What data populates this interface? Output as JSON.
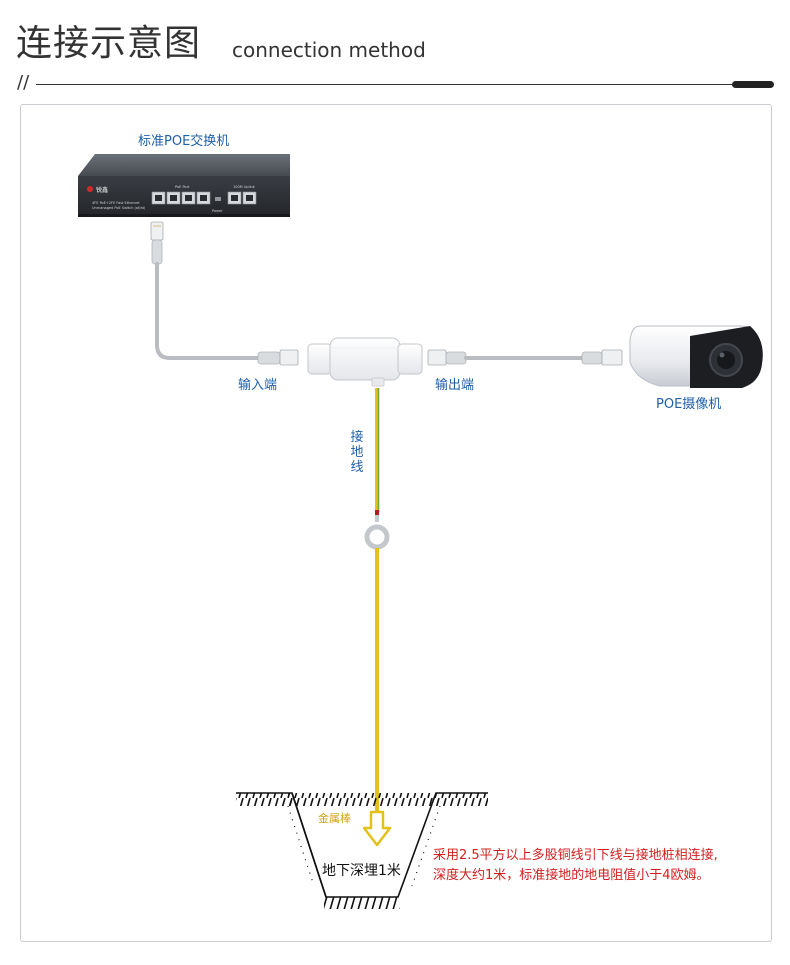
{
  "header": {
    "title_cn": "连接示意图",
    "title_en": "connection method",
    "divider_mark": "//"
  },
  "diagram": {
    "switch_label": "标准POE交换机",
    "input_label": "输入端",
    "output_label": "输出端",
    "camera_label": "POE摄像机",
    "ground_wire_label": "接地线",
    "metal_rod_label": "金属棒",
    "depth_label": "地下深埋1米",
    "note_line1": "采用2.5平方以上多股铜线引下线与接地桩相连接,",
    "note_line2": "深度大约1米，标准接地的地电阻值小于4欧姆。",
    "switch_brand": "锐鑫",
    "switch_model_line1": "4FE PoE+2FE Fast Ethernet",
    "switch_model_line2": "Unmanaged PoE Switch (af/at)",
    "switch_port_group1": "PoE Port",
    "switch_port_group2": "100M Uplink",
    "switch_power_label": "Power"
  },
  "colors": {
    "label_blue": "#1f5fa8",
    "note_red": "#d21f1f",
    "ground_yellow": "#e3c11a",
    "ground_green": "#6fa84a",
    "cable_gray": "#b9bcc0"
  }
}
